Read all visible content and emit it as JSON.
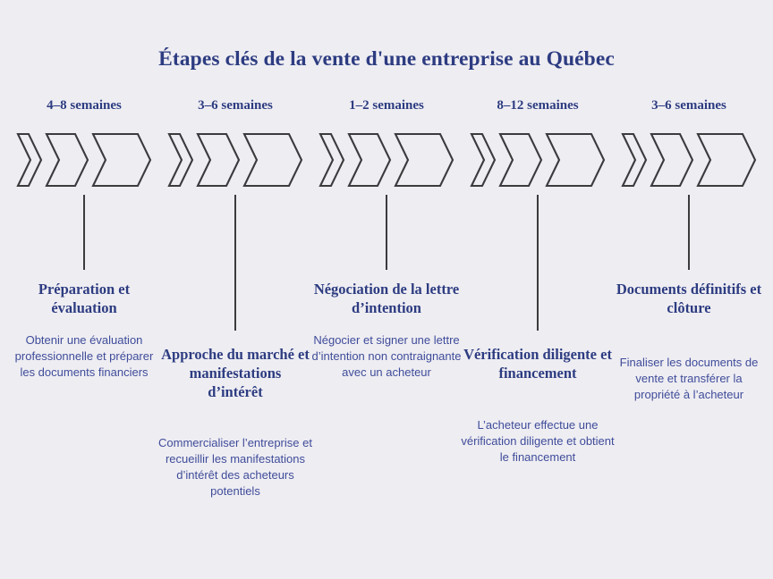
{
  "title": "Étapes clés de la vente d'une entreprise au Québec",
  "colors": {
    "background": "#eeedf2",
    "heading_navy": "#2d3c81",
    "body_blue": "#3f4c9a",
    "chevron_stroke": "#3b3b3d",
    "connector_line": "#3b3b3d"
  },
  "steps": [
    {
      "duration": "4–8 semaines",
      "heading": "Préparation et évaluation",
      "body": "Obtenir une évaluation professionnelle et préparer les documents financiers",
      "chevron_count": 3,
      "connector": "short"
    },
    {
      "duration": "3–6 semaines",
      "heading": "Approche du marché et manifestations d’intérêt",
      "body": "Commercialiser l’entreprise et recueillir les manifestations d’intérêt des acheteurs potentiels",
      "chevron_count": 3,
      "connector": "long"
    },
    {
      "duration": "1–2 semaines",
      "heading": "Négociation de la lettre d’intention",
      "body": "Négocier et signer une lettre d’intention non contraignante avec un acheteur",
      "chevron_count": 3,
      "connector": "short"
    },
    {
      "duration": "8–12 semaines",
      "heading": "Vérification diligente et financement",
      "body": "L’acheteur effectue une vérification diligente et obtient le financement",
      "chevron_count": 3,
      "connector": "long"
    },
    {
      "duration": "3–6 semaines",
      "heading": "Documents définitifs et clôture",
      "body": "Finaliser les documents de vente et transférer la propriété à l’acheteur",
      "chevron_count": 3,
      "connector": "short"
    }
  ]
}
